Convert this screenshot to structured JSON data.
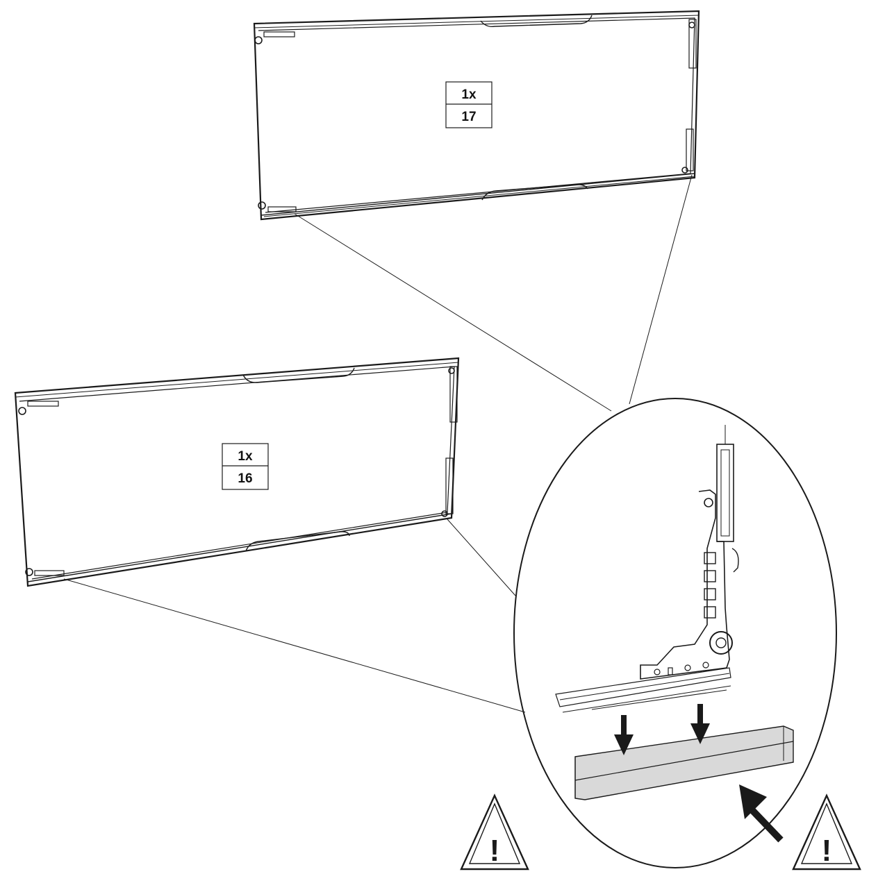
{
  "panels": [
    {
      "quantity": "1x",
      "part_number": "17"
    },
    {
      "quantity": "1x",
      "part_number": "16"
    }
  ],
  "detail": {
    "arrow_count": 3
  },
  "warnings": [
    {
      "symbol": "!",
      "icon": "warning-triangle-icon"
    },
    {
      "symbol": "!",
      "icon": "warning-triangle-icon"
    }
  ],
  "colors": {
    "line": "#1a1a1a",
    "rail_fill": "#d9d9d9"
  }
}
